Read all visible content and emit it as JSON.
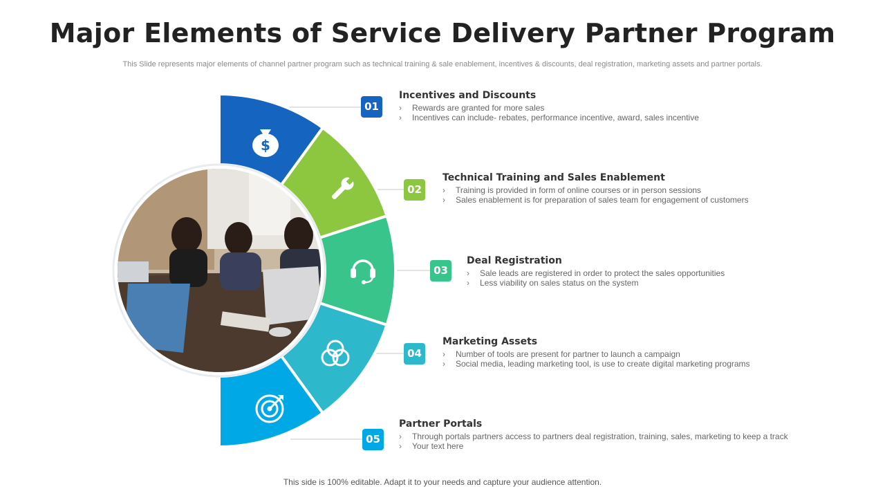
{
  "title": "Major Elements of Service Delivery Partner Program",
  "subtitle": "This Slide represents major elements of channel partner program such as technical training & sale enablement, incentives & discounts, deal registration, marketing assets and partner portals.",
  "footer": "This side is 100% editable. Adapt it to your needs and capture your audience attention.",
  "center_image": "team meeting photo",
  "items": [
    {
      "number": "01",
      "icon": "money-bag-icon",
      "color": "#1565c0",
      "title": "Incentives and Discounts",
      "bullets": [
        "Rewards are granted for more sales",
        "Incentives can include- rebates, performance incentive, award, sales incentive"
      ]
    },
    {
      "number": "02",
      "icon": "wrench-icon",
      "color": "#8dc63f",
      "title": "Technical Training and Sales Enablement",
      "bullets": [
        "Training is provided in form of online courses or in person sessions",
        "Sales enablement is for preparation of sales team for engagement of customers"
      ]
    },
    {
      "number": "03",
      "icon": "headset-icon",
      "color": "#38c48b",
      "title": "Deal Registration",
      "bullets": [
        "Sale leads are registered in order to protect the sales opportunities",
        "Less viability on sales status on the system"
      ]
    },
    {
      "number": "04",
      "icon": "venn-circles-icon",
      "color": "#2eb8cc",
      "title": "Marketing Assets",
      "bullets": [
        "Number of tools are present for partner to launch a campaign",
        "Social media, leading marketing tool, is use to create digital marketing programs"
      ]
    },
    {
      "number": "05",
      "icon": "target-icon",
      "color": "#00a9e6",
      "title": "Partner Portals",
      "bullets": [
        "Through portals partners access to partners deal registration, training, sales, marketing to keep a track",
        "Your text here"
      ]
    }
  ]
}
